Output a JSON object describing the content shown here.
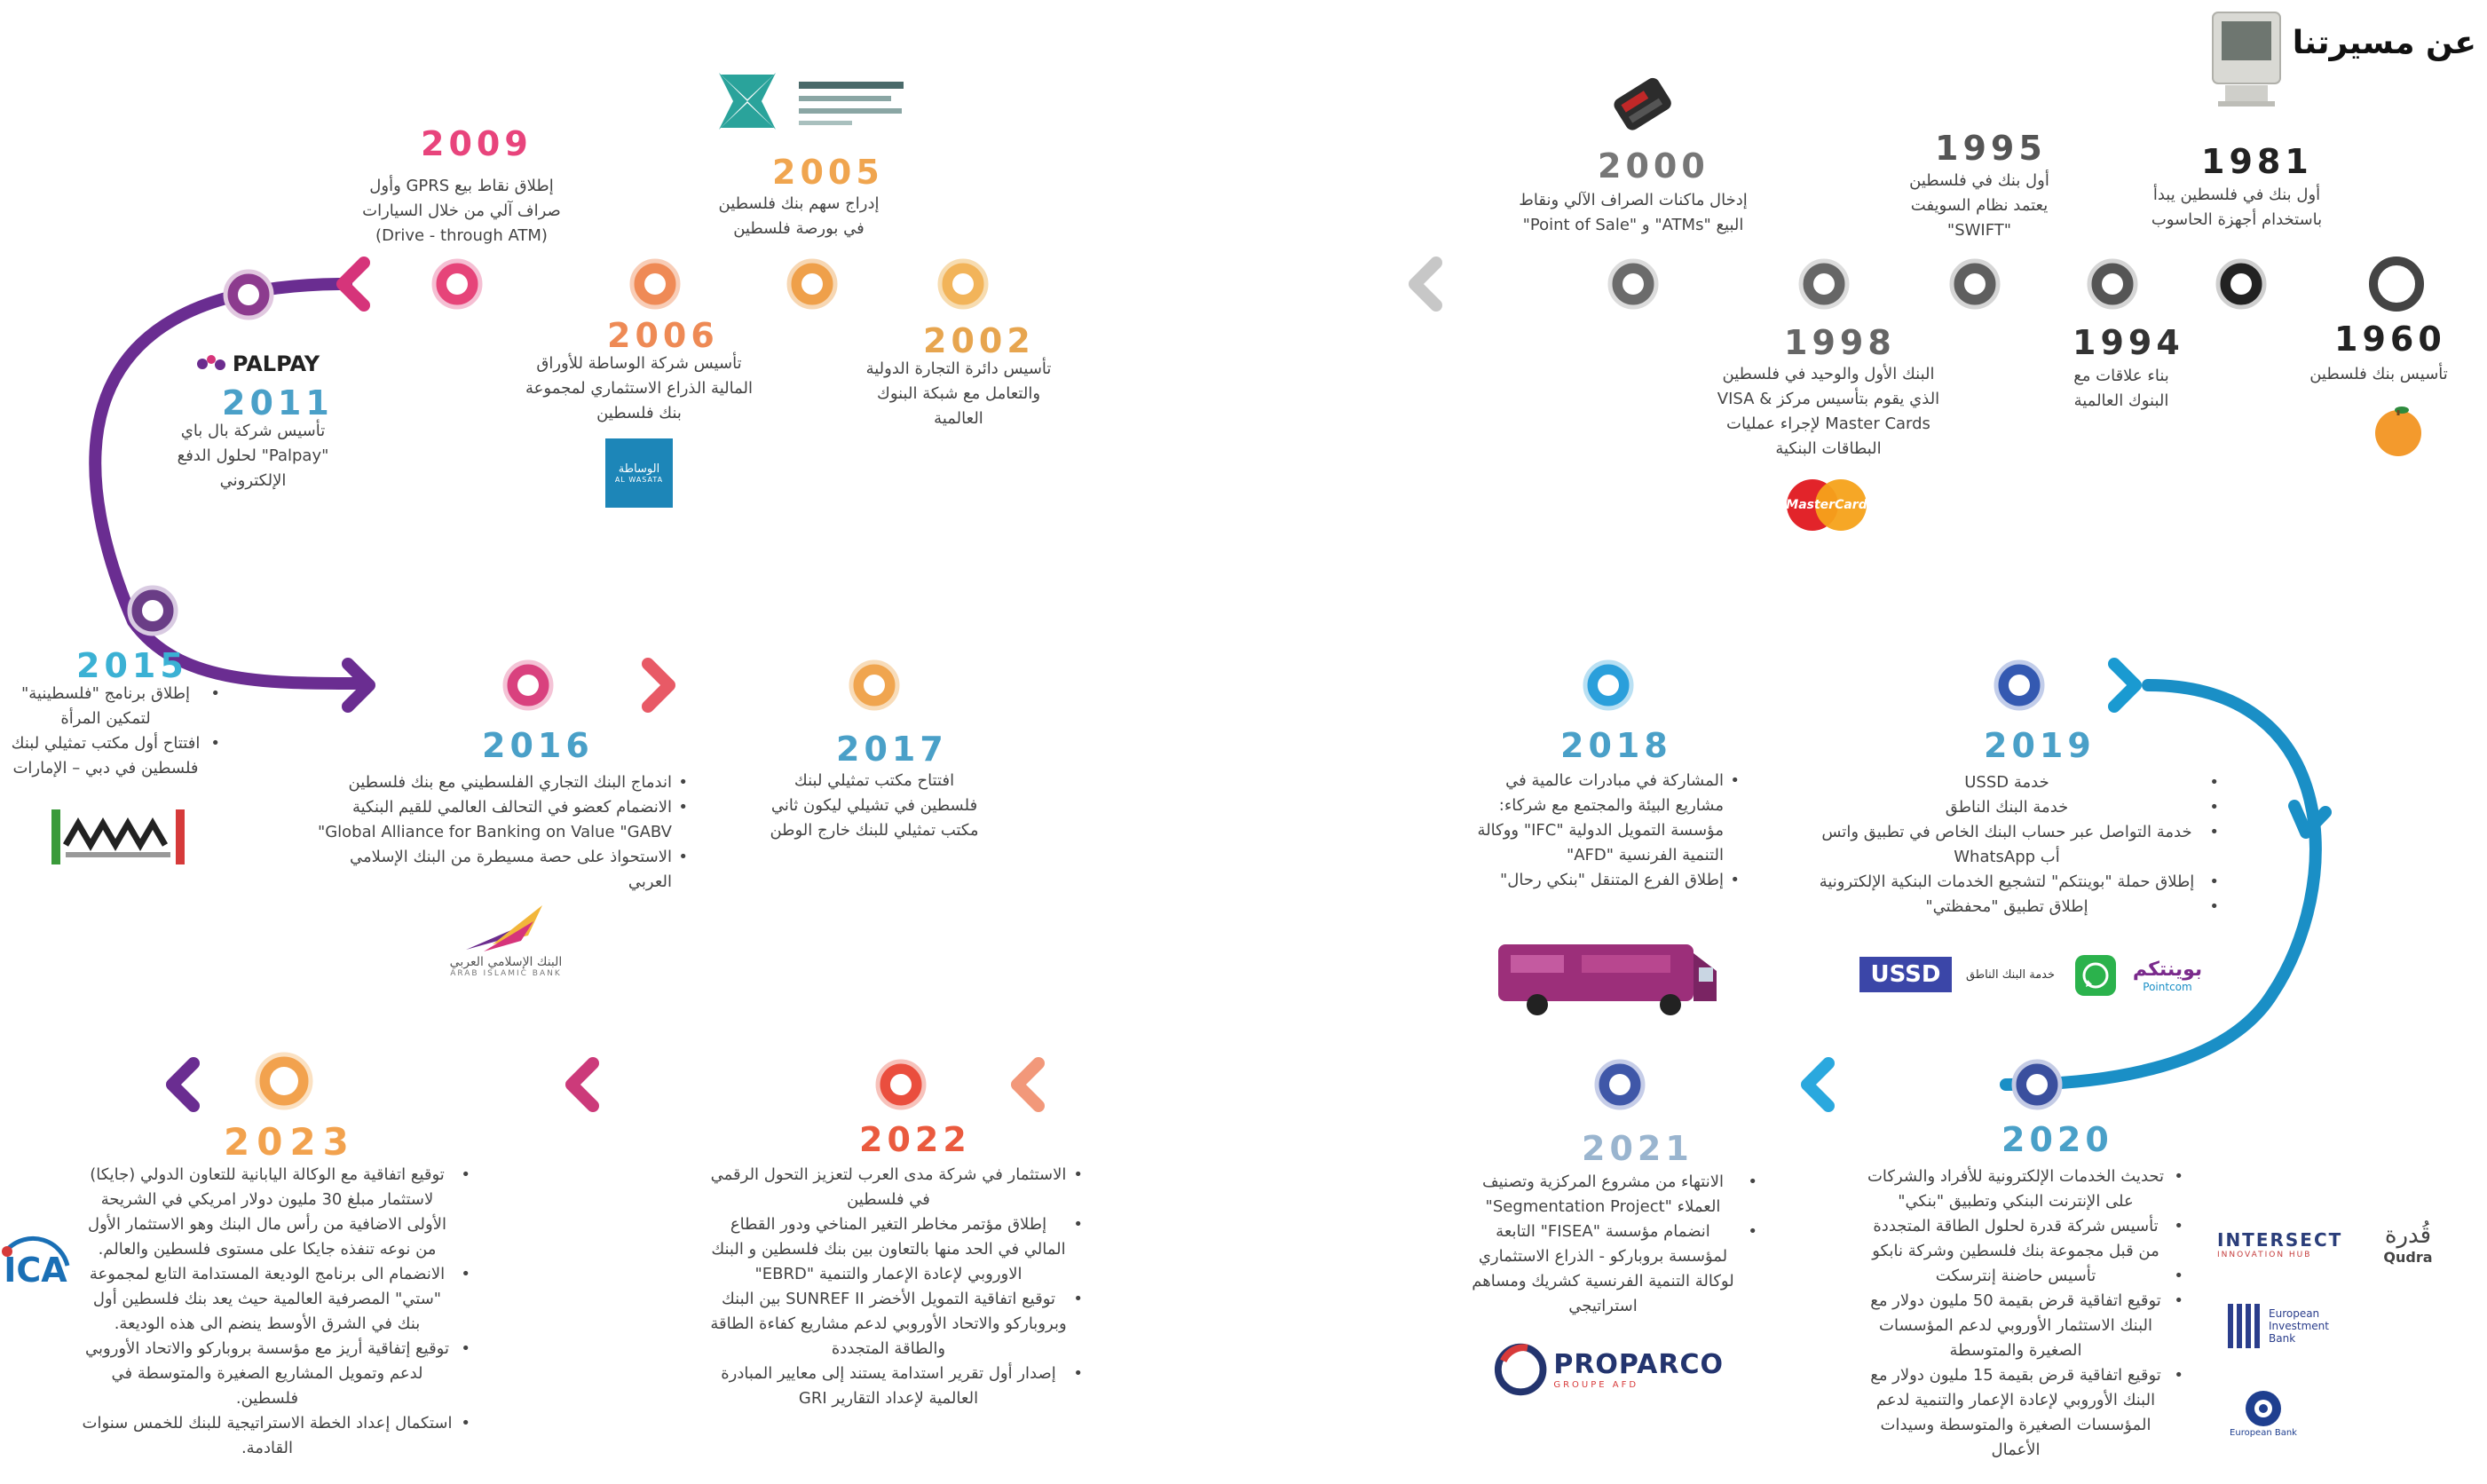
{
  "title": "عن مسيرتنا",
  "colors": {
    "gray": "#8a8a8a",
    "dark": "#222222",
    "purple": "#6a2d91",
    "magenta": "#d6347a",
    "orange": "#f0a041",
    "teal": "#7bb8b1",
    "blue": "#1d8fc9",
    "navy": "#3d4fa0",
    "cyan": "#35b6d6",
    "green": "#5cba47"
  },
  "events": {
    "e1960": {
      "year": "1960",
      "lines": [
        "تأسيس بنك فلسطين"
      ]
    },
    "e1981": {
      "year": "1981",
      "lines": [
        "أول بنك في فلسطين يبدأ",
        "باستخدام أجهزة الحاسوب"
      ]
    },
    "e1994": {
      "year": "1994",
      "lines": [
        "بناء علاقات مع",
        "البنوك العالمية"
      ]
    },
    "e1995": {
      "year": "1995",
      "lines": [
        "أول بنك في فلسطين",
        "يعتمد نظام السويفت",
        "\"SWIFT\""
      ]
    },
    "e1998": {
      "year": "1998",
      "lines": [
        "البنك الأول والوحيد في فلسطين",
        "الذي يقوم بتأسيس مركز  & VISA",
        "Master Cards لإجراء عمليات",
        "البطاقات البنكية"
      ]
    },
    "e2000": {
      "year": "2000",
      "lines": [
        "إدخال ماكنات الصراف الآلي ونقاط",
        "البيع \"ATMs\" و \"Point of Sale\""
      ]
    },
    "e2002": {
      "year": "2002",
      "lines": [
        "تأسيس دائرة التجارة الدولية",
        "والتعامل مع شبكة البنوك",
        "العالمية"
      ]
    },
    "e2005": {
      "year": "2005",
      "lines": [
        "إدراج سهم بنك فلسطين",
        "في بورصة فلسطين"
      ]
    },
    "e2006": {
      "year": "2006",
      "lines": [
        "تأسيس شركة الوساطة للأوراق",
        "المالية الذراع الاستثماري لمجموعة",
        "بنك فلسطين"
      ]
    },
    "e2009": {
      "year": "2009",
      "lines": [
        "إطلاق نقاط بيع GPRS وأول",
        "صراف آلي من خلال السيارات",
        "(Drive - through ATM)"
      ]
    },
    "e2011": {
      "year": "2011",
      "lines": [
        "تأسيس شركة بال باي",
        "\"Palpay\" لحلول الدفع",
        "الإلكتروني"
      ]
    },
    "e2015": {
      "year": "2015",
      "items": [
        "إطلاق برنامج \"فلسطينية\" لتمكين المرأة",
        "افتتاح أول مكتب تمثيلي لبنك فلسطين في دبي – الإمارات"
      ]
    },
    "e2016": {
      "year": "2016",
      "items": [
        "اندماج البنك التجاري الفلسطيني مع بنك فلسطين",
        "الانضمام كعضو في التحالف العالمي للقيم البنكية Global Alliance for Banking on Value \"GABV\"",
        "الاستحواذ على حصة مسيطرة من البنك الإسلامي العربي"
      ]
    },
    "e2017": {
      "year": "2017",
      "lines": [
        "افتتاح مكتب تمثيلي لبنك",
        "فلسطين في تشيلي ليكون ثاني",
        "مكتب تمثيلي للبنك خارج الوطن"
      ]
    },
    "e2018": {
      "year": "2018",
      "items": [
        "المشاركة في مبادرات عالمية في مشاريع البيئة والمجتمع مع شركاء: مؤسسة التمويل الدولية \"IFC\" ووكالة التنمية الفرنسية \"AFD\"",
        "إطلاق الفرع المتنقل \"بنكي رحال\""
      ]
    },
    "e2019": {
      "year": "2019",
      "items": [
        "خدمة USSD",
        "خدمة البنك الناطق",
        "خدمة التواصل عبر حساب البنك الخاص في تطبيق واتس أب WhatsApp",
        "إطلاق حملة \"بوينتكم\" لتشجيع الخدمات البنكية الإلكترونية",
        "إطلاق تطبيق \"محفظتي\""
      ]
    },
    "e2020": {
      "year": "2020",
      "items": [
        "تحديث الخدمات الإلكترونية للأفراد والشركات على الإنترنت البنكي وتطبيق \"بنكي\"",
        "تأسيس شركة قدرة لحلول الطاقة المتجددة من قبل مجموعة بنك فلسطين وشركة نابكو",
        "تأسيس حاضنة إنترسكت",
        "توقيع اتفاقية قرض بقيمة 50 مليون دولار مع البنك الاستثمار الأوروبي لدعم المؤسسات الصغيرة والمتوسطة",
        "توقيع اتفاقية قرض بقيمة 15 مليون دولار مع البنك الأوروبي لإعادة الإعمار والتنمية لدعم المؤسسات الصغيرة والمتوسطة وسيدات الأعمال"
      ]
    },
    "e2021": {
      "year": "2021",
      "items": [
        "الانتهاء من مشروع المركزية وتصنيف العملاء \"Segmentation Project\"",
        "انضمام مؤسسة \"FISEA\" التابعة لمؤسسة بروباركو - الذراع الاستثماري لوكالة التنمية الفرنسية كشريك ومساهم استراتيجي"
      ]
    },
    "e2022": {
      "year": "2022",
      "items": [
        "الاستثمار في شركة مدى العرب لتعزيز التحول الرقمي في فلسطين",
        "إطلاق مؤتمر مخاطر التغير المناخي ودور القطاع المالي في الحد منها بالتعاون بين بنك فلسطين و البنك الاوروبي لإعادة الإعمار والتنمية \"EBRD\"",
        "توقيع اتفاقية التمويل الأخضر SUNREF II بين البنك وبروباركو والاتحاد الأوروبي لدعم مشاريع كفاءة الطاقة والطاقة المتجددة",
        "إصدار أول تقرير استدامة يستند إلى معايير المبادرة العالمية لإعداد التقارير GRI"
      ]
    },
    "e2023": {
      "year": "2023",
      "items": [
        "توقيع اتفاقية مع الوكالة اليابانية للتعاون الدولي (جايكا) لاستثمار مبلغ 30 مليون دولار امريكي في الشريحة الأولى الاضافية من رأس مال البنك وهو الاستثمار الأول من نوعه تنفذه جايكا على مستوى فلسطين والعالم.",
        "الانضمام الى برنامج الوديعة المستدامة التابع لمجموعة \"ستي\" المصرفية العالمية حيث يعد بنك فلسطين أول بنك في الشرق الأوسط ينضم الى هذه الوديعة.",
        "توقيع إتفاقية أريز مع مؤسسة بروباركو والاتحاد الأوروبي لدعم وتمويل المشاريع الصغيرة والمتوسطة في فلسطين.",
        "استكمال إعداد الخطة الاستراتيجية للبنك للخمس سنوات القادمة."
      ]
    }
  },
  "logos": {
    "palpay": "PALPAY",
    "mastercard": "MasterCard",
    "alwasata": "الوساطة",
    "alwasata_en": "AL WASATA",
    "arab_islamic_ar": "البنك الإسلامي العربي",
    "arab_islamic_en": "ARAB ISLAMIC BANK",
    "ussd": "USSD",
    "talking_bank": "خدمة البنك الناطق",
    "pointcom_ar": "بوينتكم",
    "pointcom_en": "Pointcom",
    "proparco": "PROPARCO",
    "proparco_sub": "GROUPE AFD",
    "intersect": "INTERSECT",
    "intersect_sub": "INNOVATION HUB",
    "qudra_ar": "قُدرة",
    "qudra_en": "Qudra",
    "eib": "European Investment Bank",
    "ebrd": "European Bank",
    "jica": "ICA"
  }
}
